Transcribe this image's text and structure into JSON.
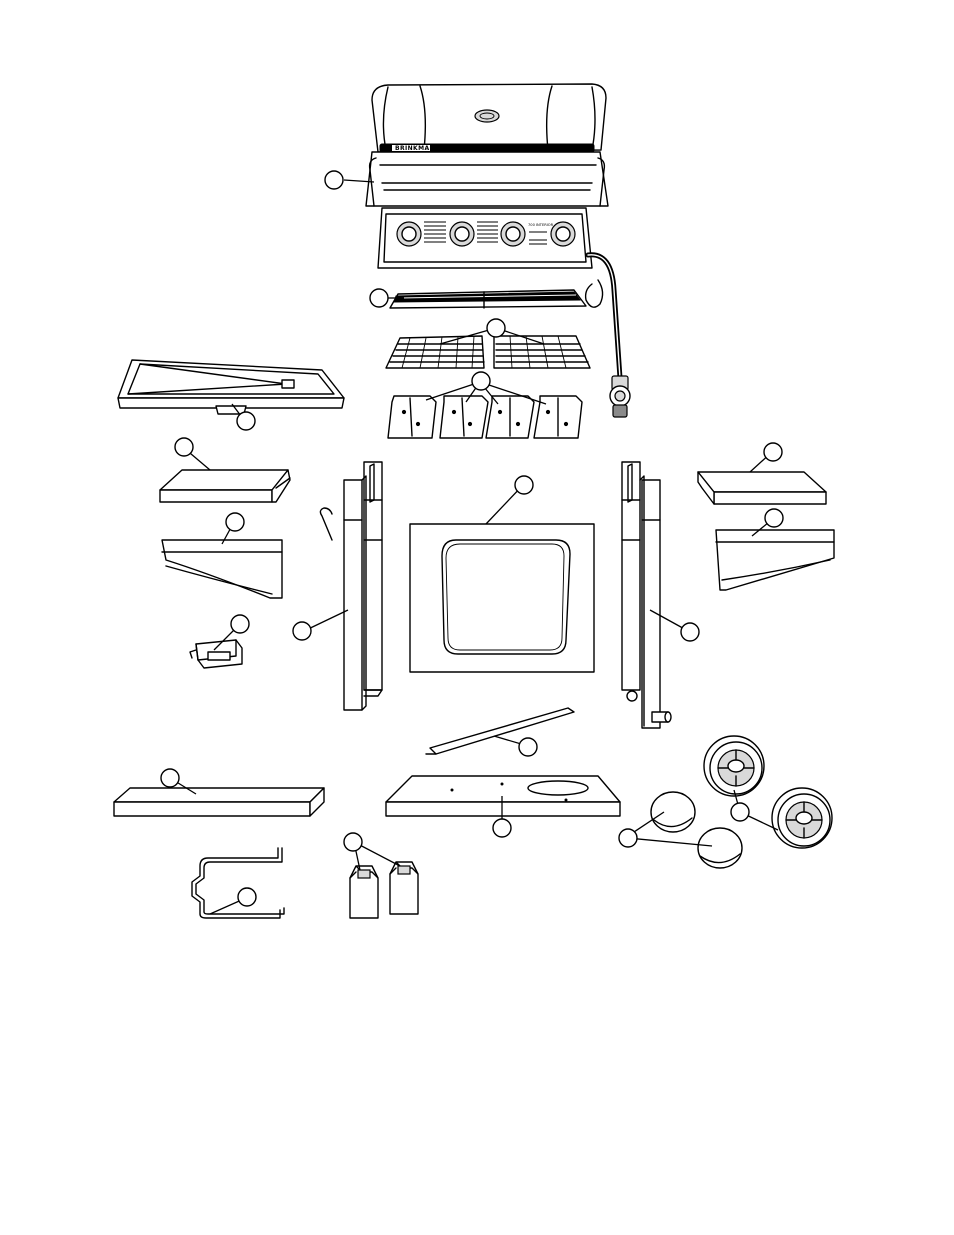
{
  "diagram": {
    "brand_plate_text": "BRINKMANN",
    "control_panel_text": "700 INTERIOR",
    "parts": [
      "grill-head",
      "warming-rack",
      "cooking-grates",
      "heat-tents",
      "grease-tray",
      "left-side-shelf",
      "left-side-shelf-panel",
      "grease-cup-holder",
      "right-side-shelf",
      "right-side-shelf-panel",
      "left-leg-assembly",
      "back-panel",
      "right-leg-assembly",
      "bottom-brace",
      "front-brace",
      "bottom-shelf",
      "wheel",
      "hubcaps",
      "tank-hanger",
      "caster-covers",
      "gas-hose-regulator",
      "hook"
    ]
  }
}
